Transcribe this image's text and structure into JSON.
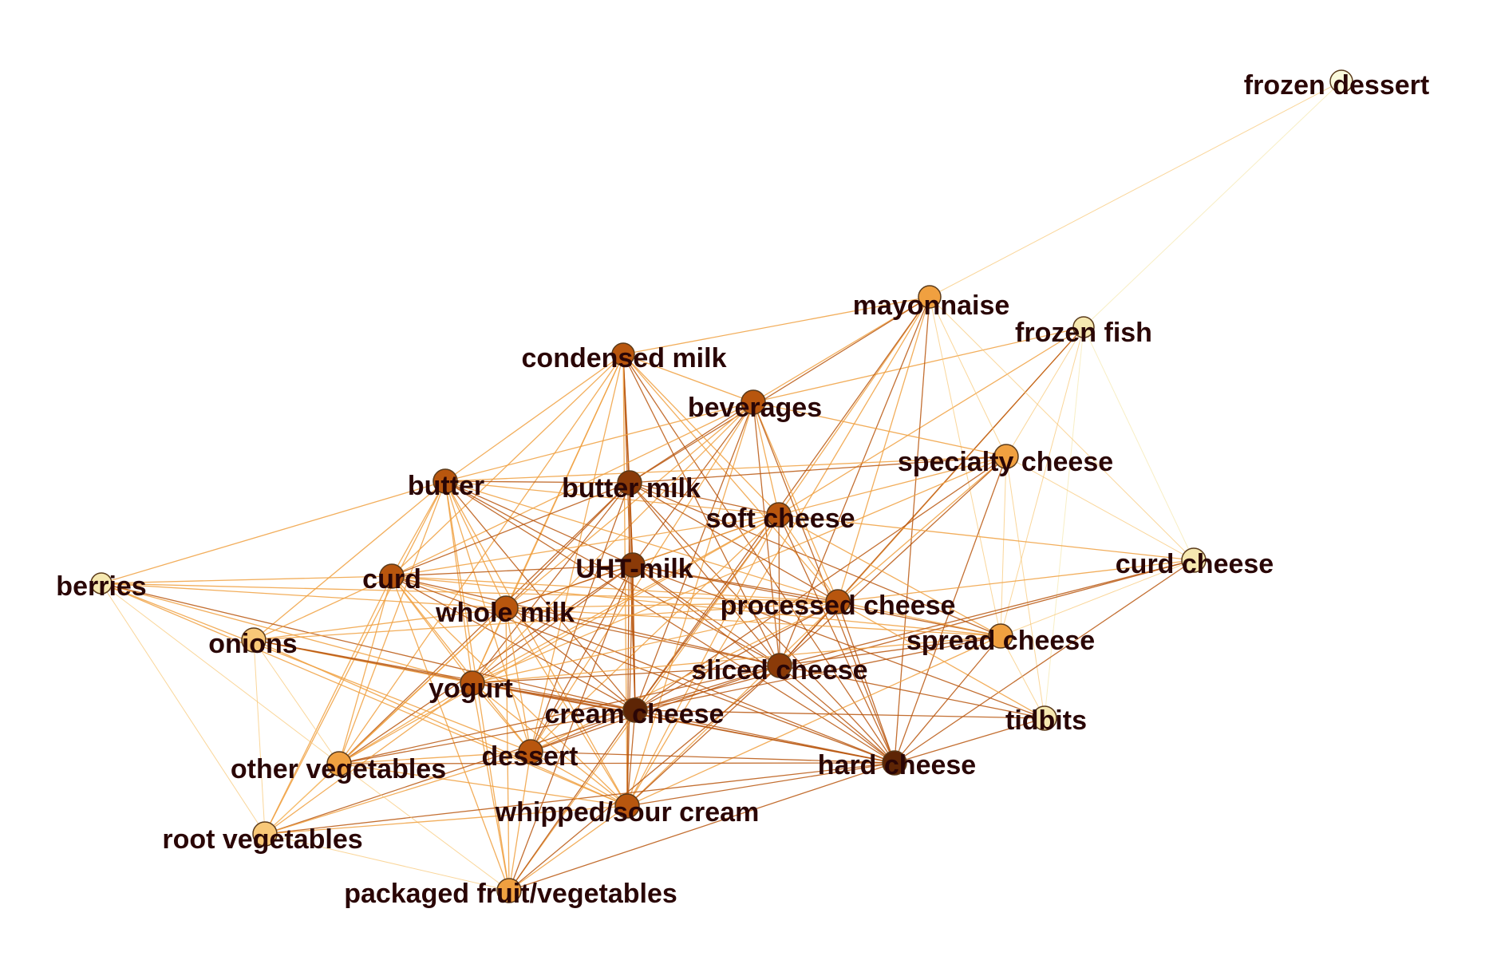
{
  "colors": {
    "level_1": "#5e2505",
    "level_2": "#8a3a08",
    "level_3": "#b8560e",
    "level_4": "#f0a040",
    "level_5": "#f8c878",
    "level_6": "#f6e8b0",
    "level_7": "#fafadc",
    "label": "#2a0606"
  },
  "nodes": [
    {
      "id": "frozen_dessert",
      "label": "frozen dessert",
      "level": 7
    },
    {
      "id": "mayonnaise",
      "label": "mayonnaise",
      "level": 4
    },
    {
      "id": "frozen_fish",
      "label": "frozen fish",
      "level": 6
    },
    {
      "id": "condensed_milk",
      "label": "condensed milk",
      "level": 3
    },
    {
      "id": "beverages",
      "label": "beverages",
      "level": 3
    },
    {
      "id": "specialty_cheese",
      "label": "specialty cheese",
      "level": 4
    },
    {
      "id": "butter",
      "label": "butter",
      "level": 3
    },
    {
      "id": "butter_milk",
      "label": "butter milk",
      "level": 2
    },
    {
      "id": "soft_cheese",
      "label": "soft cheese",
      "level": 3
    },
    {
      "id": "berries",
      "label": "berries",
      "level": 6
    },
    {
      "id": "curd",
      "label": "curd",
      "level": 3
    },
    {
      "id": "uht_milk",
      "label": "UHT-milk",
      "level": 2
    },
    {
      "id": "curd_cheese",
      "label": "curd cheese",
      "level": 6
    },
    {
      "id": "whole_milk",
      "label": "whole milk",
      "level": 3
    },
    {
      "id": "processed_cheese",
      "label": "processed cheese",
      "level": 3
    },
    {
      "id": "onions",
      "label": "onions",
      "level": 5
    },
    {
      "id": "spread_cheese",
      "label": "spread cheese",
      "level": 4
    },
    {
      "id": "sliced_cheese",
      "label": "sliced cheese",
      "level": 2
    },
    {
      "id": "yogurt",
      "label": "yogurt",
      "level": 3
    },
    {
      "id": "cream_cheese",
      "label": "cream cheese",
      "level": 1
    },
    {
      "id": "tidbits",
      "label": "tidbits",
      "level": 6
    },
    {
      "id": "dessert",
      "label": "dessert",
      "level": 3
    },
    {
      "id": "hard_cheese",
      "label": "hard cheese",
      "level": 1
    },
    {
      "id": "other_vegetables",
      "label": "other vegetables",
      "level": 4
    },
    {
      "id": "whipped_sour_cream",
      "label": "whipped/sour cream",
      "level": 3
    },
    {
      "id": "root_vegetables",
      "label": "root vegetables",
      "level": 5
    },
    {
      "id": "packaged_fruit_vegetables",
      "label": "packaged fruit/vegetables",
      "level": 4
    }
  ],
  "edges": [
    [
      "mayonnaise",
      "frozen_dessert"
    ],
    [
      "frozen_fish",
      "frozen_dessert"
    ],
    [
      "curd_cheese",
      "frozen_fish"
    ],
    [
      "tidbits",
      "frozen_fish"
    ],
    [
      "spread_cheese",
      "frozen_fish"
    ],
    [
      "specialty_cheese",
      "frozen_fish"
    ],
    [
      "soft_cheese",
      "frozen_fish"
    ],
    [
      "beverages",
      "frozen_fish"
    ],
    [
      "processed_cheese",
      "frozen_fish"
    ],
    [
      "sliced_cheese",
      "frozen_fish"
    ],
    [
      "mayonnaise",
      "condensed_milk"
    ],
    [
      "mayonnaise",
      "beverages"
    ],
    [
      "mayonnaise",
      "soft_cheese"
    ],
    [
      "mayonnaise",
      "processed_cheese"
    ],
    [
      "mayonnaise",
      "sliced_cheese"
    ],
    [
      "mayonnaise",
      "hard_cheese"
    ],
    [
      "mayonnaise",
      "spread_cheese"
    ],
    [
      "mayonnaise",
      "cream_cheese"
    ],
    [
      "mayonnaise",
      "specialty_cheese"
    ],
    [
      "mayonnaise",
      "curd_cheese"
    ],
    [
      "mayonnaise",
      "butter_milk"
    ],
    [
      "mayonnaise",
      "whipped_sour_cream"
    ],
    [
      "condensed_milk",
      "butter"
    ],
    [
      "condensed_milk",
      "butter_milk"
    ],
    [
      "condensed_milk",
      "uht_milk"
    ],
    [
      "condensed_milk",
      "whole_milk"
    ],
    [
      "condensed_milk",
      "curd"
    ],
    [
      "condensed_milk",
      "yogurt"
    ],
    [
      "condensed_milk",
      "cream_cheese"
    ],
    [
      "condensed_milk",
      "soft_cheese"
    ],
    [
      "condensed_milk",
      "processed_cheese"
    ],
    [
      "condensed_milk",
      "sliced_cheese"
    ],
    [
      "condensed_milk",
      "dessert"
    ],
    [
      "condensed_milk",
      "whipped_sour_cream"
    ],
    [
      "condensed_milk",
      "other_vegetables"
    ],
    [
      "condensed_milk",
      "hard_cheese"
    ],
    [
      "condensed_milk",
      "beverages"
    ],
    [
      "beverages",
      "butter"
    ],
    [
      "beverages",
      "butter_milk"
    ],
    [
      "beverages",
      "uht_milk"
    ],
    [
      "beverages",
      "whole_milk"
    ],
    [
      "beverages",
      "curd"
    ],
    [
      "beverages",
      "yogurt"
    ],
    [
      "beverages",
      "cream_cheese"
    ],
    [
      "beverages",
      "soft_cheese"
    ],
    [
      "beverages",
      "processed_cheese"
    ],
    [
      "beverages",
      "sliced_cheese"
    ],
    [
      "beverages",
      "dessert"
    ],
    [
      "beverages",
      "whipped_sour_cream"
    ],
    [
      "beverages",
      "hard_cheese"
    ],
    [
      "beverages",
      "specialty_cheese"
    ],
    [
      "specialty_cheese",
      "butter"
    ],
    [
      "specialty_cheese",
      "soft_cheese"
    ],
    [
      "specialty_cheese",
      "processed_cheese"
    ],
    [
      "specialty_cheese",
      "sliced_cheese"
    ],
    [
      "specialty_cheese",
      "spread_cheese"
    ],
    [
      "specialty_cheese",
      "hard_cheese"
    ],
    [
      "specialty_cheese",
      "cream_cheese"
    ],
    [
      "specialty_cheese",
      "curd_cheese"
    ],
    [
      "specialty_cheese",
      "yogurt"
    ],
    [
      "specialty_cheese",
      "butter_milk"
    ],
    [
      "specialty_cheese",
      "tidbits"
    ],
    [
      "butter",
      "butter_milk"
    ],
    [
      "butter",
      "curd"
    ],
    [
      "butter",
      "uht_milk"
    ],
    [
      "butter",
      "whole_milk"
    ],
    [
      "butter",
      "yogurt"
    ],
    [
      "butter",
      "cream_cheese"
    ],
    [
      "butter",
      "dessert"
    ],
    [
      "butter",
      "whipped_sour_cream"
    ],
    [
      "butter",
      "other_vegetables"
    ],
    [
      "butter",
      "root_vegetables"
    ],
    [
      "butter",
      "onions"
    ],
    [
      "butter",
      "berries"
    ],
    [
      "butter",
      "processed_cheese"
    ],
    [
      "butter",
      "sliced_cheese"
    ],
    [
      "butter",
      "hard_cheese"
    ],
    [
      "butter",
      "soft_cheese"
    ],
    [
      "butter",
      "packaged_fruit_vegetables"
    ],
    [
      "butter_milk",
      "uht_milk"
    ],
    [
      "butter_milk",
      "whole_milk"
    ],
    [
      "butter_milk",
      "curd"
    ],
    [
      "butter_milk",
      "yogurt"
    ],
    [
      "butter_milk",
      "cream_cheese"
    ],
    [
      "butter_milk",
      "dessert"
    ],
    [
      "butter_milk",
      "whipped_sour_cream"
    ],
    [
      "butter_milk",
      "soft_cheese"
    ],
    [
      "butter_milk",
      "processed_cheese"
    ],
    [
      "butter_milk",
      "sliced_cheese"
    ],
    [
      "butter_milk",
      "hard_cheese"
    ],
    [
      "butter_milk",
      "other_vegetables"
    ],
    [
      "butter_milk",
      "spread_cheese"
    ],
    [
      "soft_cheese",
      "uht_milk"
    ],
    [
      "soft_cheese",
      "whole_milk"
    ],
    [
      "soft_cheese",
      "curd"
    ],
    [
      "soft_cheese",
      "yogurt"
    ],
    [
      "soft_cheese",
      "cream_cheese"
    ],
    [
      "soft_cheese",
      "processed_cheese"
    ],
    [
      "soft_cheese",
      "sliced_cheese"
    ],
    [
      "soft_cheese",
      "hard_cheese"
    ],
    [
      "soft_cheese",
      "spread_cheese"
    ],
    [
      "soft_cheese",
      "dessert"
    ],
    [
      "soft_cheese",
      "whipped_sour_cream"
    ],
    [
      "soft_cheese",
      "curd_cheese"
    ],
    [
      "soft_cheese",
      "other_vegetables"
    ],
    [
      "soft_cheese",
      "packaged_fruit_vegetables"
    ],
    [
      "berries",
      "curd"
    ],
    [
      "berries",
      "yogurt"
    ],
    [
      "berries",
      "whole_milk"
    ],
    [
      "berries",
      "cream_cheese"
    ],
    [
      "berries",
      "dessert"
    ],
    [
      "berries",
      "whipped_sour_cream"
    ],
    [
      "berries",
      "root_vegetables"
    ],
    [
      "berries",
      "other_vegetables"
    ],
    [
      "berries",
      "processed_cheese"
    ],
    [
      "curd",
      "uht_milk"
    ],
    [
      "curd",
      "whole_milk"
    ],
    [
      "curd",
      "yogurt"
    ],
    [
      "curd",
      "cream_cheese"
    ],
    [
      "curd",
      "dessert"
    ],
    [
      "curd",
      "whipped_sour_cream"
    ],
    [
      "curd",
      "other_vegetables"
    ],
    [
      "curd",
      "root_vegetables"
    ],
    [
      "curd",
      "onions"
    ],
    [
      "curd",
      "processed_cheese"
    ],
    [
      "curd",
      "sliced_cheese"
    ],
    [
      "curd",
      "hard_cheese"
    ],
    [
      "curd",
      "spread_cheese"
    ],
    [
      "curd",
      "packaged_fruit_vegetables"
    ],
    [
      "uht_milk",
      "whole_milk"
    ],
    [
      "uht_milk",
      "yogurt"
    ],
    [
      "uht_milk",
      "cream_cheese"
    ],
    [
      "uht_milk",
      "dessert"
    ],
    [
      "uht_milk",
      "whipped_sour_cream"
    ],
    [
      "uht_milk",
      "processed_cheese"
    ],
    [
      "uht_milk",
      "sliced_cheese"
    ],
    [
      "uht_milk",
      "hard_cheese"
    ],
    [
      "uht_milk",
      "other_vegetables"
    ],
    [
      "uht_milk",
      "packaged_fruit_vegetables"
    ],
    [
      "uht_milk",
      "spread_cheese"
    ],
    [
      "uht_milk",
      "tidbits"
    ],
    [
      "curd_cheese",
      "processed_cheese"
    ],
    [
      "curd_cheese",
      "spread_cheese"
    ],
    [
      "curd_cheese",
      "hard_cheese"
    ],
    [
      "curd_cheese",
      "cream_cheese"
    ],
    [
      "curd_cheese",
      "sliced_cheese"
    ],
    [
      "whole_milk",
      "yogurt"
    ],
    [
      "whole_milk",
      "cream_cheese"
    ],
    [
      "whole_milk",
      "dessert"
    ],
    [
      "whole_milk",
      "whipped_sour_cream"
    ],
    [
      "whole_milk",
      "other_vegetables"
    ],
    [
      "whole_milk",
      "root_vegetables"
    ],
    [
      "whole_milk",
      "onions"
    ],
    [
      "whole_milk",
      "processed_cheese"
    ],
    [
      "whole_milk",
      "sliced_cheese"
    ],
    [
      "whole_milk",
      "hard_cheese"
    ],
    [
      "whole_milk",
      "packaged_fruit_vegetables"
    ],
    [
      "whole_milk",
      "spread_cheese"
    ],
    [
      "processed_cheese",
      "sliced_cheese"
    ],
    [
      "processed_cheese",
      "cream_cheese"
    ],
    [
      "processed_cheese",
      "hard_cheese"
    ],
    [
      "processed_cheese",
      "spread_cheese"
    ],
    [
      "processed_cheese",
      "yogurt"
    ],
    [
      "processed_cheese",
      "dessert"
    ],
    [
      "processed_cheese",
      "whipped_sour_cream"
    ],
    [
      "processed_cheese",
      "tidbits"
    ],
    [
      "processed_cheese",
      "onions"
    ],
    [
      "onions",
      "yogurt"
    ],
    [
      "onions",
      "cream_cheese"
    ],
    [
      "onions",
      "other_vegetables"
    ],
    [
      "onions",
      "root_vegetables"
    ],
    [
      "onions",
      "whipped_sour_cream"
    ],
    [
      "onions",
      "hard_cheese"
    ],
    [
      "spread_cheese",
      "sliced_cheese"
    ],
    [
      "spread_cheese",
      "cream_cheese"
    ],
    [
      "spread_cheese",
      "hard_cheese"
    ],
    [
      "spread_cheese",
      "tidbits"
    ],
    [
      "spread_cheese",
      "yogurt"
    ],
    [
      "spread_cheese",
      "whipped_sour_cream"
    ],
    [
      "sliced_cheese",
      "cream_cheese"
    ],
    [
      "sliced_cheese",
      "hard_cheese"
    ],
    [
      "sliced_cheese",
      "yogurt"
    ],
    [
      "sliced_cheese",
      "dessert"
    ],
    [
      "sliced_cheese",
      "whipped_sour_cream"
    ],
    [
      "sliced_cheese",
      "other_vegetables"
    ],
    [
      "sliced_cheese",
      "tidbits"
    ],
    [
      "sliced_cheese",
      "packaged_fruit_vegetables"
    ],
    [
      "yogurt",
      "cream_cheese"
    ],
    [
      "yogurt",
      "dessert"
    ],
    [
      "yogurt",
      "whipped_sour_cream"
    ],
    [
      "yogurt",
      "other_vegetables"
    ],
    [
      "yogurt",
      "root_vegetables"
    ],
    [
      "yogurt",
      "packaged_fruit_vegetables"
    ],
    [
      "yogurt",
      "hard_cheese"
    ],
    [
      "cream_cheese",
      "dessert"
    ],
    [
      "cream_cheese",
      "whipped_sour_cream"
    ],
    [
      "cream_cheese",
      "hard_cheese"
    ],
    [
      "cream_cheese",
      "other_vegetables"
    ],
    [
      "cream_cheese",
      "root_vegetables"
    ],
    [
      "cream_cheese",
      "packaged_fruit_vegetables"
    ],
    [
      "cream_cheese",
      "tidbits"
    ],
    [
      "tidbits",
      "hard_cheese"
    ],
    [
      "dessert",
      "whipped_sour_cream"
    ],
    [
      "dessert",
      "hard_cheese"
    ],
    [
      "dessert",
      "other_vegetables"
    ],
    [
      "dessert",
      "packaged_fruit_vegetables"
    ],
    [
      "dessert",
      "root_vegetables"
    ],
    [
      "hard_cheese",
      "whipped_sour_cream"
    ],
    [
      "hard_cheese",
      "other_vegetables"
    ],
    [
      "hard_cheese",
      "root_vegetables"
    ],
    [
      "hard_cheese",
      "packaged_fruit_vegetables"
    ],
    [
      "other_vegetables",
      "root_vegetables"
    ],
    [
      "other_vegetables",
      "whipped_sour_cream"
    ],
    [
      "other_vegetables",
      "packaged_fruit_vegetables"
    ],
    [
      "whipped_sour_cream",
      "root_vegetables"
    ],
    [
      "whipped_sour_cream",
      "packaged_fruit_vegetables"
    ],
    [
      "root_vegetables",
      "packaged_fruit_vegetables"
    ]
  ]
}
